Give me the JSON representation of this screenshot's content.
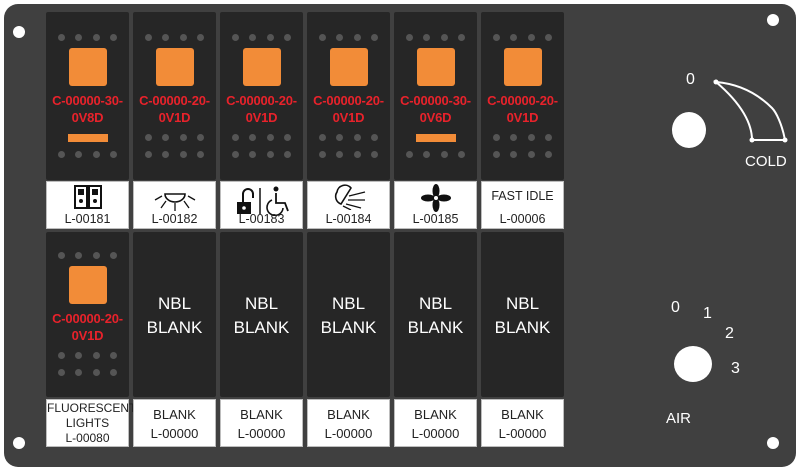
{
  "switches_top": [
    {
      "code_line1": "C-00000-30-",
      "code_line2": "0V8D",
      "has_bar": true,
      "label": "L-00181",
      "label_title": "",
      "icon": "double-door-icon"
    },
    {
      "code_line1": "C-00000-20-",
      "code_line2": "0V1D",
      "has_bar": false,
      "label": "L-00182",
      "label_title": "",
      "icon": "dome-light-icon"
    },
    {
      "code_line1": "C-00000-20-",
      "code_line2": "0V1D",
      "has_bar": false,
      "label": "L-00183",
      "label_title": "",
      "icon": "lock-wheelchair-icon"
    },
    {
      "code_line1": "C-00000-20-",
      "code_line2": "0V1D",
      "has_bar": false,
      "label": "L-00184",
      "label_title": "",
      "icon": "flood-light-icon"
    },
    {
      "code_line1": "C-00000-30-",
      "code_line2": "0V6D",
      "has_bar": true,
      "label": "L-00185",
      "label_title": "",
      "icon": "fan-icon"
    },
    {
      "code_line1": "C-00000-20-",
      "code_line2": "0V1D",
      "has_bar": false,
      "label": "L-00006",
      "label_title": "FAST IDLE",
      "icon": ""
    }
  ],
  "switch_bottom_first": {
    "code_line1": "C-00000-20-",
    "code_line2": "0V1D",
    "label_line1": "FLUORESCENT",
    "label_line2": "LIGHTS",
    "label_line3": "L-00080"
  },
  "blanks": [
    {
      "line1": "NBL",
      "line2": "BLANK",
      "label_line1": "BLANK",
      "label_line2": "L-00000"
    },
    {
      "line1": "NBL",
      "line2": "BLANK",
      "label_line1": "BLANK",
      "label_line2": "L-00000"
    },
    {
      "line1": "NBL",
      "line2": "BLANK",
      "label_line1": "BLANK",
      "label_line2": "L-00000"
    },
    {
      "line1": "NBL",
      "line2": "BLANK",
      "label_line1": "BLANK",
      "label_line2": "L-00000"
    },
    {
      "line1": "NBL",
      "line2": "BLANK",
      "label_line1": "BLANK",
      "label_line2": "L-00000"
    }
  ],
  "temp_control": {
    "zero": "0",
    "label": "COLD"
  },
  "air_control": {
    "positions": [
      "0",
      "1",
      "2",
      "3"
    ],
    "label": "AIR"
  },
  "colors": {
    "panel": "#404040",
    "switch": "#262626",
    "lamp": "#f28c38",
    "code": "#e8222b"
  }
}
